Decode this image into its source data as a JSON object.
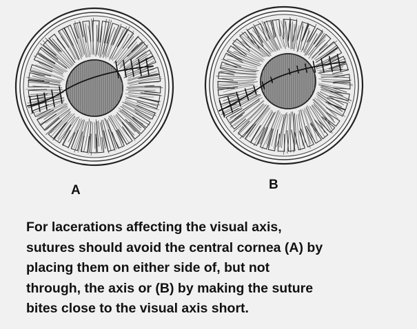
{
  "figure": {
    "panel_a_label": "A",
    "panel_b_label": "B"
  },
  "caption": {
    "lines": [
      " For lacerations affecting the visual axis,",
      "sutures should avoid the central cornea (A) by",
      "placing them on either side of, but not",
      "through, the axis or (B) by making the suture",
      "bites close to the visual axis short."
    ]
  }
}
